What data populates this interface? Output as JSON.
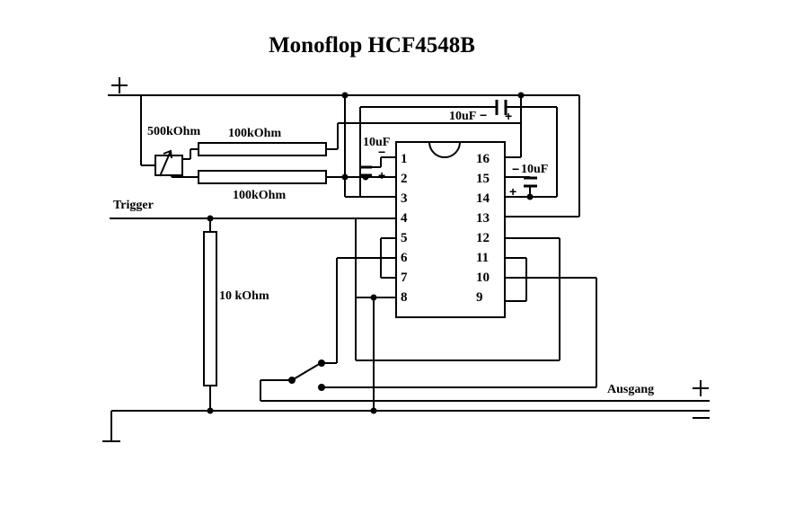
{
  "title": "Monoflop HCF4548B",
  "labels": {
    "pot": "500kOhm",
    "r1": "100kOhm",
    "r2": "100kOhm",
    "r_trigger": "10  kOhm",
    "cap_top": "10uF",
    "cap_left": "10uF",
    "cap_right": "10uF",
    "trigger": "Trigger",
    "output": "Ausgang"
  },
  "pins_left": [
    "1",
    "2",
    "3",
    "4",
    "5",
    "6",
    "7",
    "8"
  ],
  "pins_right": [
    "16",
    "15",
    "14",
    "13",
    "12",
    "11",
    "10",
    "9"
  ],
  "symbols": {
    "plus": "+",
    "minus": "−"
  }
}
